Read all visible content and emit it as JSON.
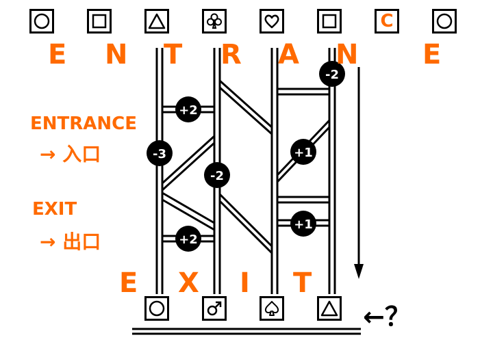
{
  "theme": {
    "accent": "#ff6a00",
    "ink": "#000000",
    "paper": "#ffffff"
  },
  "top_row": [
    {
      "kind": "icon",
      "icon": "circle-icon"
    },
    {
      "kind": "icon",
      "icon": "square-icon"
    },
    {
      "kind": "icon",
      "icon": "triangle-icon"
    },
    {
      "kind": "icon",
      "icon": "club-icon"
    },
    {
      "kind": "icon",
      "icon": "heart-icon"
    },
    {
      "kind": "icon",
      "icon": "square-icon"
    },
    {
      "kind": "letter",
      "text": "C"
    },
    {
      "kind": "icon",
      "icon": "circle-icon"
    }
  ],
  "entrance_word": [
    "E",
    "N",
    "T",
    "R",
    "A",
    "N",
    "E"
  ],
  "legend": {
    "entrance_label": "ENTRANCE",
    "entrance_meaning": "→ 入口",
    "exit_label": "EXIT",
    "exit_meaning": "→ 出口"
  },
  "exit_word": [
    "E",
    "X",
    "I",
    "T"
  ],
  "bottom_row": [
    {
      "icon": "circle-icon"
    },
    {
      "icon": "male-icon"
    },
    {
      "icon": "spade-icon"
    },
    {
      "icon": "triangle-icon"
    }
  ],
  "badges": [
    "+2",
    "-3",
    "+2",
    "-2",
    "-2",
    "+1",
    "+1"
  ],
  "question": "←？"
}
